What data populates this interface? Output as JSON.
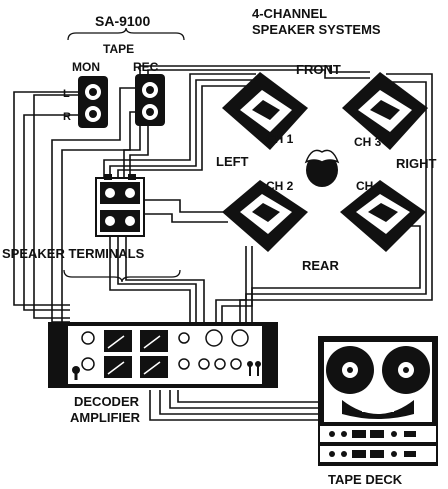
{
  "labels": {
    "sa9100": "SA-9100",
    "tape": "TAPE",
    "mon": "MON",
    "rec": "REC",
    "jack_l": "L",
    "jack_r": "R",
    "title_line1": "4-CHANNEL",
    "title_line2": "SPEAKER SYSTEMS",
    "front": "FRONT",
    "rear": "REAR",
    "left": "LEFT",
    "right": "RIGHT",
    "ch1": "CH 1",
    "ch2": "CH 2",
    "ch3": "CH 3",
    "ch4": "CH 4",
    "speaker_terminals": "SPEAKER TERMINALS",
    "decoder_line1": "DECODER",
    "decoder_line2": "AMPLIFIER",
    "tape_deck": "TAPE DECK"
  },
  "colors": {
    "ink": "#111111",
    "paper": "#ffffff"
  }
}
